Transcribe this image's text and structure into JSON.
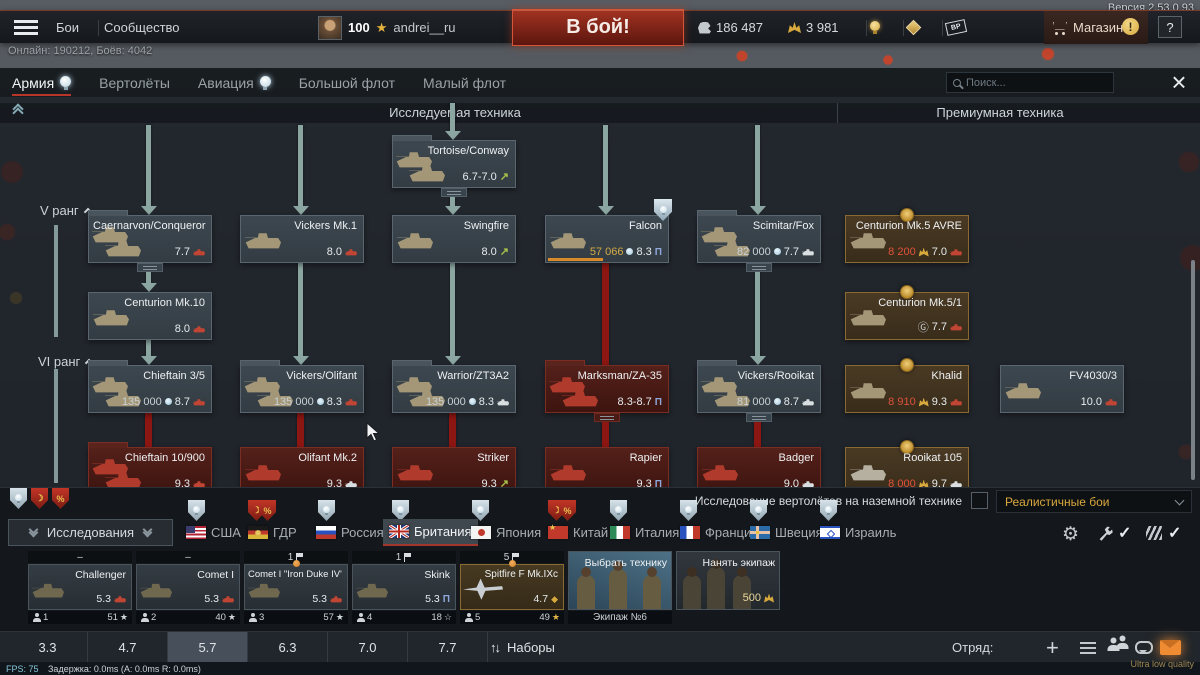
{
  "chrome": {
    "version": "Версия 2.53.0.93",
    "menu": {
      "battles": "Бои",
      "community": "Сообщество"
    },
    "player": {
      "level": "100",
      "name": "andrei__ru"
    },
    "battle_button": "В бой!",
    "currencies": {
      "silver": "186 487",
      "gold": "3 981"
    },
    "shop": {
      "label": "Магазин",
      "alert": "!"
    },
    "help": "?",
    "online_status": "Онлайн: 190212, Боёв: 4042"
  },
  "tabs": {
    "army": "Армия",
    "helicopters": "Вертолёты",
    "aviation": "Авиация",
    "big_fleet": "Большой флот",
    "small_fleet": "Малый флот"
  },
  "search": {
    "placeholder": "Поиск..."
  },
  "tree": {
    "header_research": "Исследуемая техника",
    "header_premium": "Премиумная техника",
    "rank_v": "V ранг",
    "rank_vi": "VI ранг",
    "cards": [
      {
        "name": "Tortoise/Conway",
        "br": "6.7-7.0"
      },
      {
        "name": "Caernarvon/Conqueror",
        "br": "7.7"
      },
      {
        "name": "Vickers Mk.1",
        "br": "8.0"
      },
      {
        "name": "Swingfire",
        "br": "8.0"
      },
      {
        "name": "Falcon",
        "cost": "57 066",
        "br": "8.3"
      },
      {
        "name": "Scimitar/Fox",
        "cost": "82 000",
        "br": "7.7"
      },
      {
        "name": "Centurion Mk.5 AVRE",
        "price": "8 200",
        "br": "7.0"
      },
      {
        "name": "Centurion Mk.10",
        "br": "8.0"
      },
      {
        "name": "Centurion Mk.5/1",
        "market": "Ⓖ",
        "br": "7.7"
      },
      {
        "name": "Chieftain 3/5",
        "cost": "135 000",
        "br": "8.7"
      },
      {
        "name": "Vickers/Olifant",
        "cost": "135 000",
        "br": "8.3"
      },
      {
        "name": "Warrior/ZT3A2",
        "cost": "135 000",
        "br": "8.3"
      },
      {
        "name": "Marksman/ZA-35",
        "br": "8.3-8.7"
      },
      {
        "name": "Vickers/Rooikat",
        "cost": "81 000",
        "br": "8.7"
      },
      {
        "name": "Khalid",
        "price": "8 910",
        "br": "9.3"
      },
      {
        "name": "FV4030/3",
        "br": "10.0"
      },
      {
        "name": "Chieftain 10/900",
        "br": "9.3"
      },
      {
        "name": "Olifant Mk.2",
        "br": "9.3"
      },
      {
        "name": "Striker",
        "br": "9.3"
      },
      {
        "name": "Rapier",
        "br": "9.3"
      },
      {
        "name": "Badger",
        "br": "9.0"
      },
      {
        "name": "Rooikat 105",
        "price": "8 000",
        "br": "9.7"
      }
    ]
  },
  "footer": {
    "heli_research": "Исследование вертолётов на наземной технике",
    "mode": "Реалистичные бои",
    "research_button": "Исследования",
    "nations": [
      "США",
      "ГДР",
      "Россия",
      "Британия",
      "Япония",
      "Китай",
      "Италия",
      "Франция",
      "Швеция",
      "Израиль"
    ],
    "crew_slots": [
      {
        "tab": "–",
        "name": "Challenger",
        "br": "5.3",
        "num": "1",
        "level": "51"
      },
      {
        "tab": "–",
        "name": "Comet I",
        "br": "5.3",
        "num": "2",
        "level": "40"
      },
      {
        "tab": "1",
        "name": "Comet I \"Iron Duke IV\"",
        "br": "5.3",
        "num": "3",
        "level": "57"
      },
      {
        "tab": "1",
        "name": "Skink",
        "br": "5.3",
        "num": "4",
        "level": "18"
      },
      {
        "tab": "5",
        "name": "Spitfire F Mk.IXc",
        "br": "4.7",
        "num": "5",
        "level": "49"
      }
    ],
    "select_vehicle": {
      "title": "Выбрать технику",
      "label": "Экипаж №6"
    },
    "hire_crew": {
      "title": "Нанять экипаж",
      "price": "500"
    },
    "br_filters": [
      "3.3",
      "4.7",
      "5.7",
      "6.3",
      "7.0",
      "7.7"
    ],
    "sets": "Наборы",
    "squad": "Отряд:",
    "fps": "FPS: 75",
    "latency": "Задержка: 0.0ms (A: 0.0ms R: 0.0ms)",
    "quality": "Ultra low quality"
  }
}
